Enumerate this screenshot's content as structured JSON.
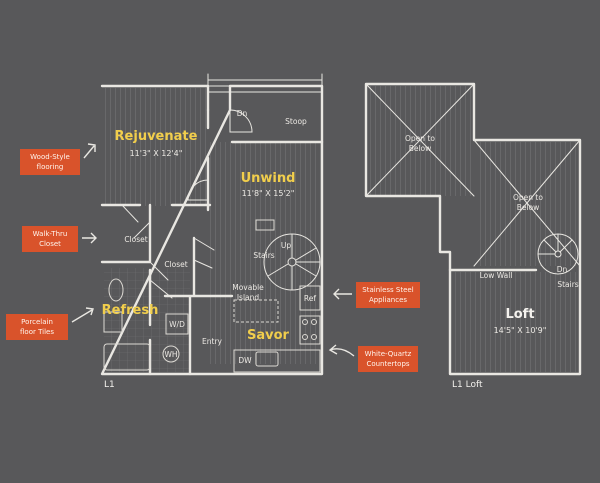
{
  "floors": {
    "l1": {
      "name": "L1"
    },
    "loft": {
      "name": "L1 Loft"
    }
  },
  "rooms": {
    "rejuvenate": {
      "name": "Rejuvenate",
      "dims": "11'3\" X 12'4\""
    },
    "unwind": {
      "name": "Unwind",
      "dims": "11'8\" X 15'2\""
    },
    "refresh": {
      "name": "Refresh"
    },
    "savor": {
      "name": "Savor"
    },
    "loft": {
      "name": "Loft",
      "dims": "14'5\" X 10'9\""
    }
  },
  "labels": {
    "dn": "Dn",
    "stoop": "Stoop",
    "closet1": "Closet",
    "closet2": "Closet",
    "up": "Up",
    "stairs": "Stairs",
    "movable": "Movable",
    "island": "Island",
    "ref": "Ref",
    "wd": "W/D",
    "wh": "WH",
    "entry": "Entry",
    "dw": "DW",
    "open_to": "Open to",
    "below": "Below",
    "low_wall": "Low Wall",
    "loft_dn": "Dn",
    "loft_stairs": "Stairs"
  },
  "callouts": {
    "wood": [
      "Wood-Style",
      "flooring"
    ],
    "walk": [
      "Walk-Thru",
      "Closet"
    ],
    "tile": [
      "Porcelain",
      "floor Tiles"
    ],
    "steel": [
      "Stainless Steel",
      "Appliances"
    ],
    "quartz": [
      "White-Quartz",
      "Countertops"
    ]
  },
  "colors": {
    "background": "#58585a",
    "walls": "#e9e7e2",
    "room_label": "#f1ce4c",
    "callout": "#d9532b"
  }
}
